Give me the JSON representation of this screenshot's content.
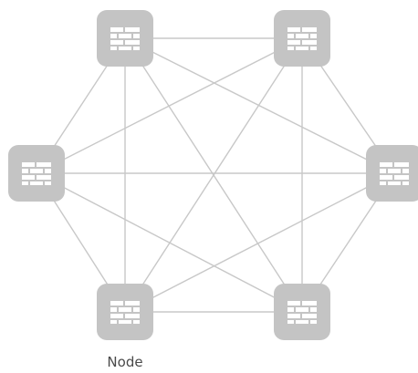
{
  "diagram": {
    "type": "full-mesh network",
    "node_icon": "firewall-icon",
    "node_color": "#c4c4c4",
    "edge_color": "#c8c8c8",
    "nodes": [
      {
        "id": "top-left"
      },
      {
        "id": "top-right"
      },
      {
        "id": "left"
      },
      {
        "id": "right"
      },
      {
        "id": "bottom-left",
        "label": "Node"
      },
      {
        "id": "bottom-right"
      }
    ],
    "edges": [
      [
        "top-left",
        "top-right"
      ],
      [
        "top-left",
        "left"
      ],
      [
        "top-left",
        "right"
      ],
      [
        "top-left",
        "bottom-left"
      ],
      [
        "top-left",
        "bottom-right"
      ],
      [
        "top-right",
        "left"
      ],
      [
        "top-right",
        "right"
      ],
      [
        "top-right",
        "bottom-left"
      ],
      [
        "top-right",
        "bottom-right"
      ],
      [
        "left",
        "right"
      ],
      [
        "left",
        "bottom-left"
      ],
      [
        "left",
        "bottom-right"
      ],
      [
        "right",
        "bottom-left"
      ],
      [
        "right",
        "bottom-right"
      ],
      [
        "bottom-left",
        "bottom-right"
      ]
    ]
  }
}
